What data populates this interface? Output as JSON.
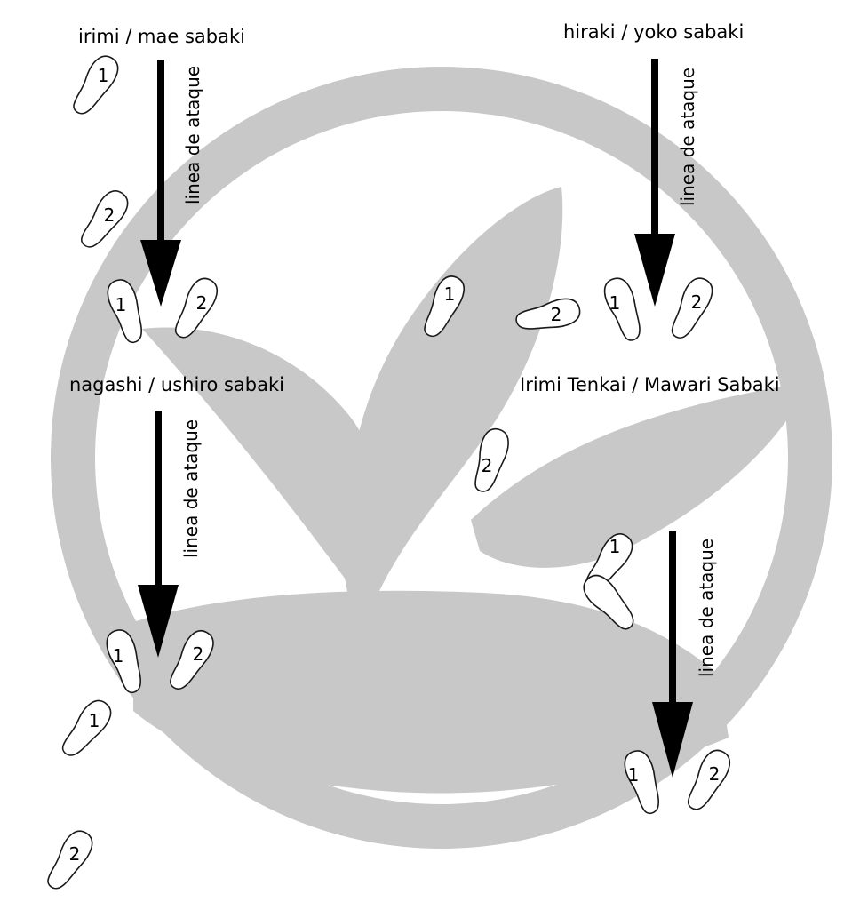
{
  "sections": [
    {
      "id": "irimi",
      "title": "irimi / mae sabaki",
      "attack_label": "linea de ataque",
      "foot_labels": [
        "1",
        "2",
        "1",
        "2"
      ]
    },
    {
      "id": "hiraki",
      "title": "hiraki / yoko sabaki",
      "attack_label": "linea de ataque",
      "foot_labels": [
        "1",
        "2",
        "1",
        "2"
      ]
    },
    {
      "id": "nagashi",
      "title": "nagashi / ushiro sabaki",
      "attack_label": "linea de ataque",
      "foot_labels": [
        "1",
        "2",
        "1",
        "2"
      ]
    },
    {
      "id": "tenkai",
      "title": "Irimi Tenkai / Mawari Sabaki",
      "attack_label": "linea de ataque",
      "foot_labels": [
        "1",
        "2",
        "1",
        "2"
      ]
    }
  ],
  "colors": {
    "watermark": "#c8c8c8",
    "arrow": "#000000",
    "footprint_outline": "#1a1a1a"
  }
}
